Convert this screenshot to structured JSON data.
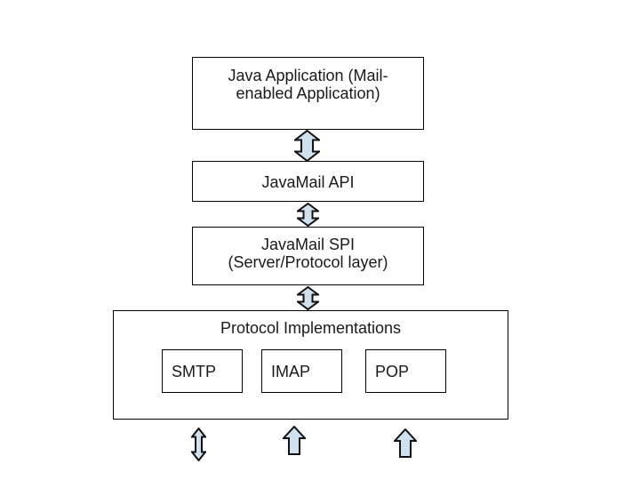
{
  "colors": {
    "background": "#ffffff",
    "box_border": "#000000",
    "text": "#1a1a1a",
    "arrow_fill": "#cfe0ef",
    "arrow_stroke": "#111111"
  },
  "diagram": {
    "layers": [
      {
        "label": "Java Application (Mail-\nenabled Application)"
      },
      {
        "label": "JavaMail API"
      },
      {
        "label": "JavaMail SPI\n(Server/Protocol layer)"
      }
    ],
    "protocol_box": {
      "title": "Protocol Implementations",
      "protocols": [
        {
          "label": "SMTP"
        },
        {
          "label": "IMAP"
        },
        {
          "label": "POP"
        }
      ]
    },
    "connectors": [
      {
        "name": "app-to-api-arrow",
        "type": "double-vertical-arrow"
      },
      {
        "name": "api-to-spi-arrow",
        "type": "double-vertical-arrow"
      },
      {
        "name": "spi-to-implementations-arrow",
        "type": "double-vertical-arrow"
      },
      {
        "name": "smtp-transport-arrow",
        "type": "double-vertical-arrow"
      },
      {
        "name": "imap-transport-arrow",
        "type": "up-arrow"
      },
      {
        "name": "pop-transport-arrow",
        "type": "up-arrow"
      }
    ]
  }
}
